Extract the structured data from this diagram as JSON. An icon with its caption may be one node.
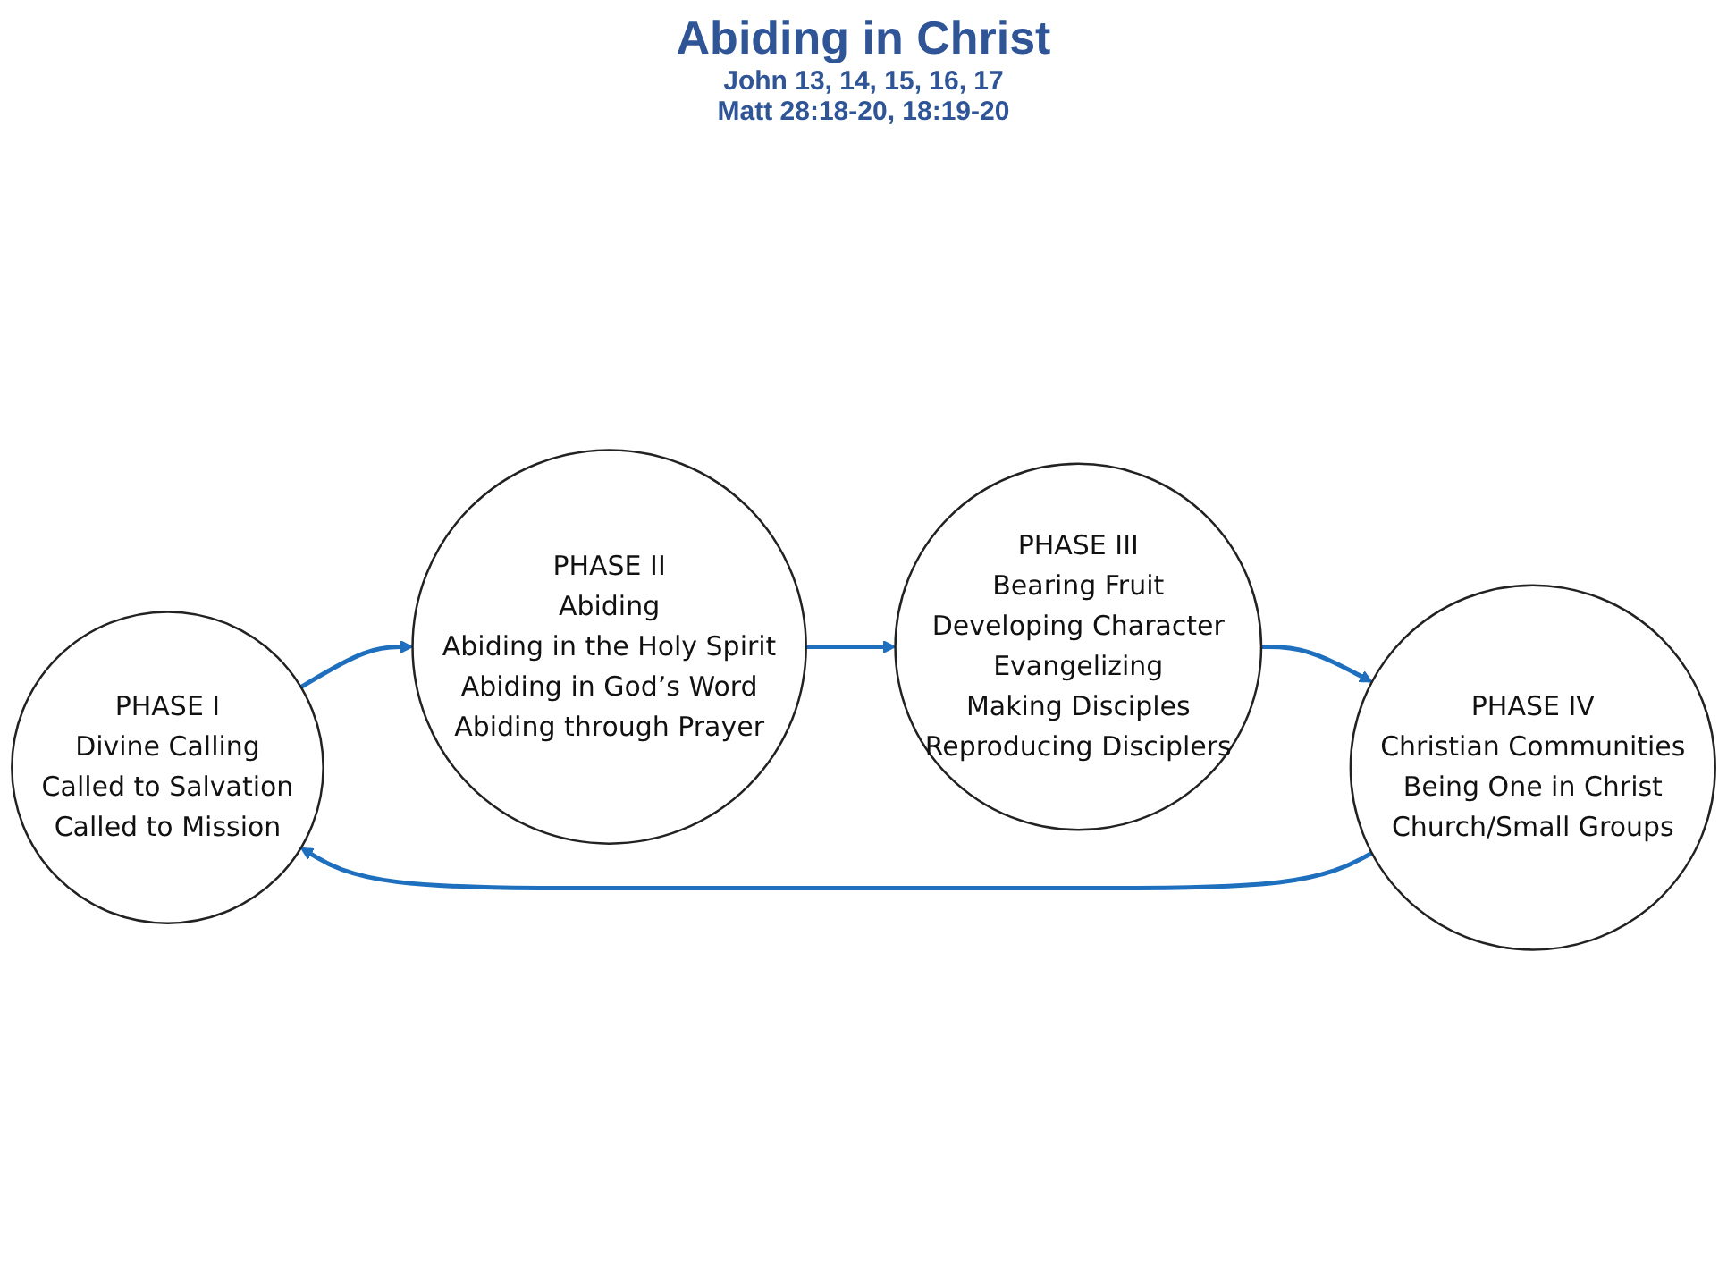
{
  "diagram": {
    "nodes": [
      {
        "text": [
          "PHASE I",
          "Divine Calling",
          "Called to Salvation",
          "Called to Mission"
        ]
      },
      {
        "text": [
          "PHASE II",
          "Abiding",
          "Abiding in the Holy Spirit",
          "Abiding in God’s Word",
          "Abiding through Prayer"
        ]
      },
      {
        "text": [
          "PHASE III",
          "Bearing Fruit",
          "Developing Character",
          "Evangelizing",
          "Making Disciples",
          "Reproducing Disciplers"
        ]
      },
      {
        "text": [
          "PHASE IV",
          "Christian Communities",
          "Being One in Christ",
          "Church/Small Groups"
        ]
      }
    ],
    "edges": [
      {
        "from": 0,
        "to": 1,
        "arrow": "to"
      },
      {
        "from": 1,
        "to": 2,
        "arrow": "to"
      },
      {
        "from": 2,
        "to": 3,
        "arrow": "to"
      },
      {
        "from": 3,
        "to": 0,
        "arrow": "to"
      }
    ],
    "labels": [
      "Abiding in Christ",
      "John 13, 14, 15, 16, 17",
      "Matt 28:18-20, 18:19-20"
    ]
  }
}
